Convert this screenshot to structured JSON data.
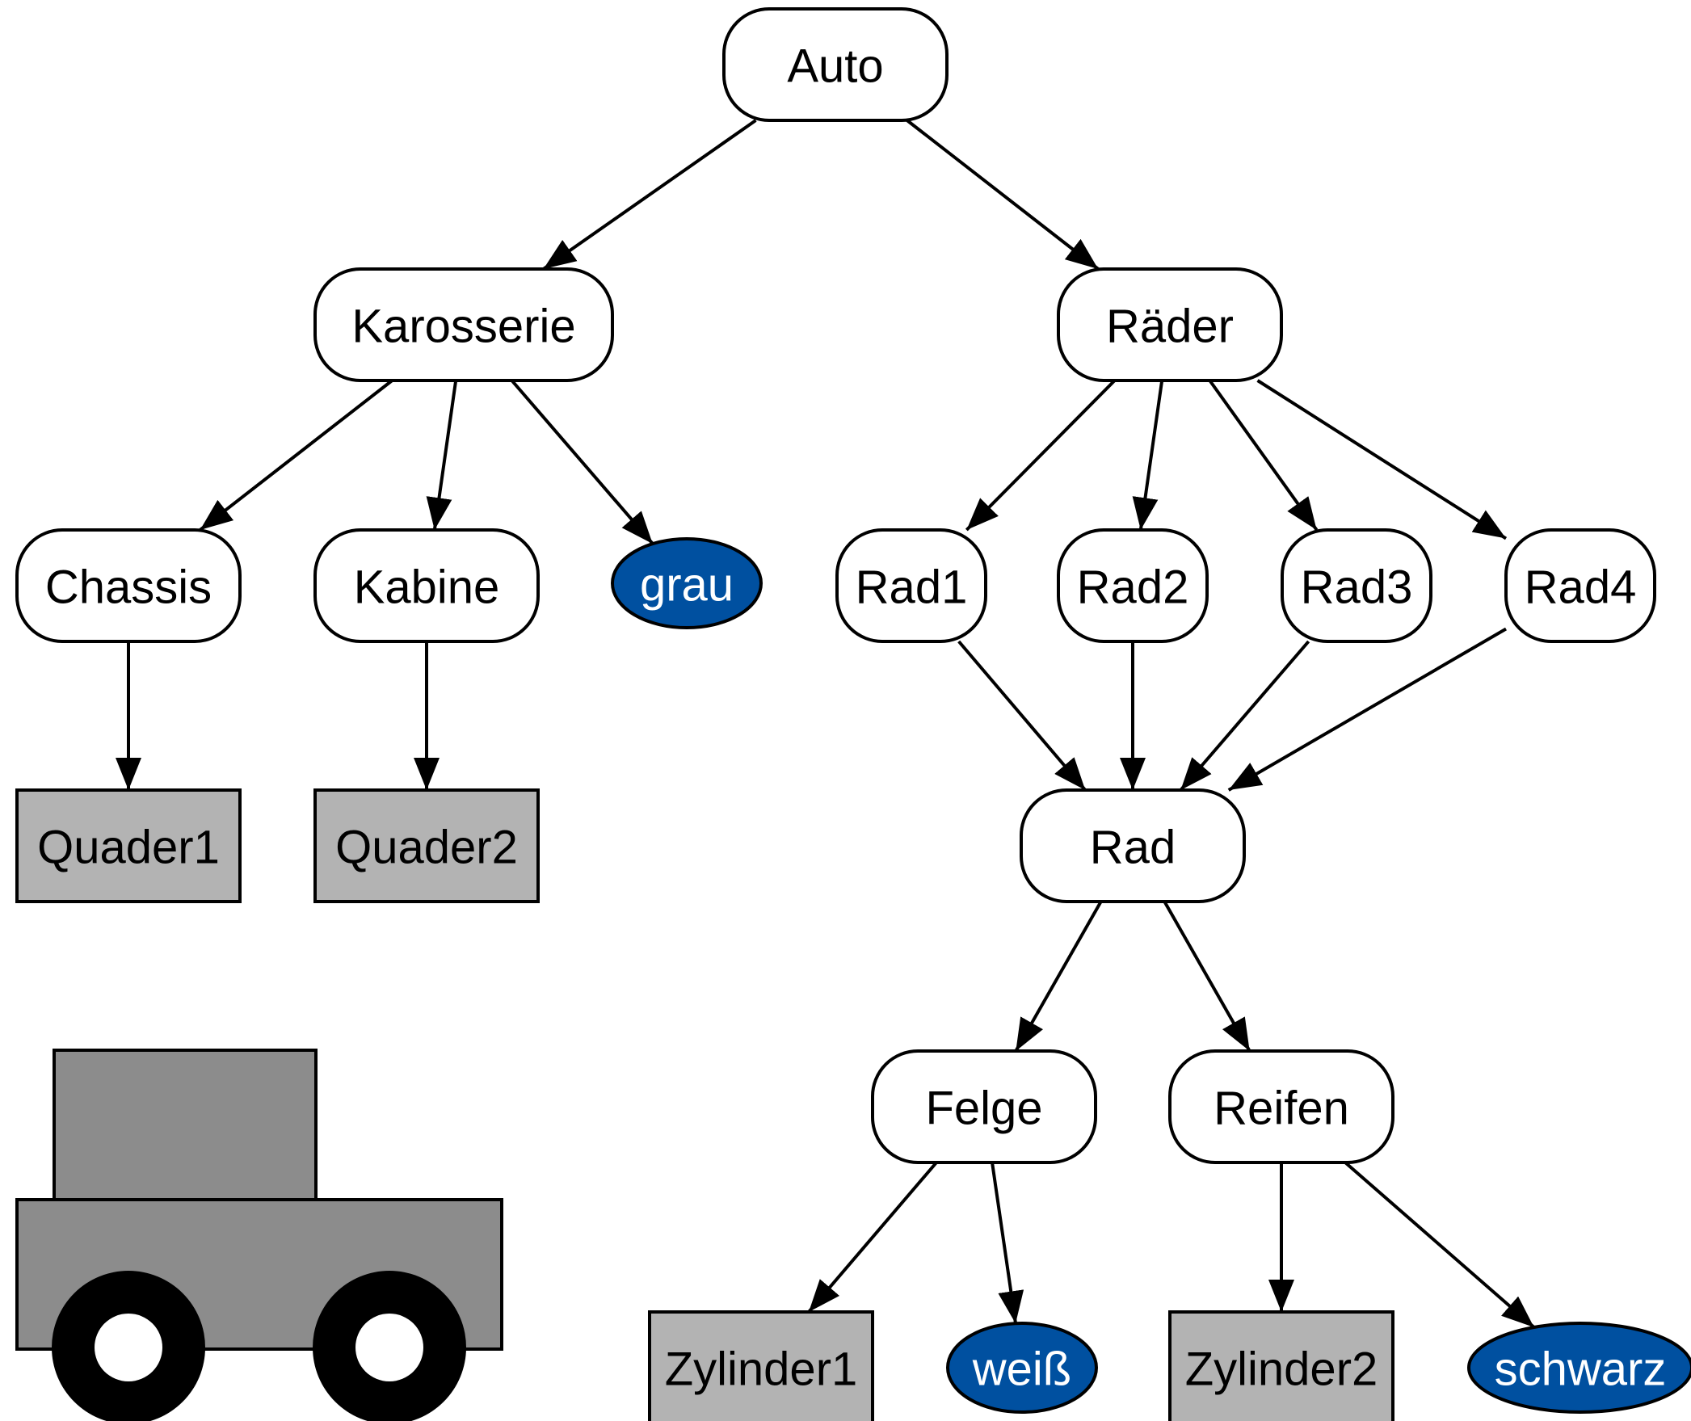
{
  "colors": {
    "stroke": "#000000",
    "node_fill": "#ffffff",
    "primitive_fill": "#b3b3b3",
    "color_node_fill": "#0050a0",
    "color_node_text": "#ffffff",
    "car_body": "#8c8c8c",
    "wheel": "#000000",
    "hub": "#ffffff"
  },
  "nodes": [
    {
      "id": "auto",
      "label": "Auto",
      "kind": "group"
    },
    {
      "id": "karosserie",
      "label": "Karosserie",
      "kind": "group"
    },
    {
      "id": "raeder",
      "label": "Räder",
      "kind": "group"
    },
    {
      "id": "chassis",
      "label": "Chassis",
      "kind": "group"
    },
    {
      "id": "kabine",
      "label": "Kabine",
      "kind": "group"
    },
    {
      "id": "grau",
      "label": "grau",
      "kind": "color"
    },
    {
      "id": "rad1",
      "label": "Rad1",
      "kind": "group"
    },
    {
      "id": "rad2",
      "label": "Rad2",
      "kind": "group"
    },
    {
      "id": "rad3",
      "label": "Rad3",
      "kind": "group"
    },
    {
      "id": "rad4",
      "label": "Rad4",
      "kind": "group"
    },
    {
      "id": "quader1",
      "label": "Quader1",
      "kind": "primitive"
    },
    {
      "id": "quader2",
      "label": "Quader2",
      "kind": "primitive"
    },
    {
      "id": "rad",
      "label": "Rad",
      "kind": "group"
    },
    {
      "id": "felge",
      "label": "Felge",
      "kind": "group"
    },
    {
      "id": "reifen",
      "label": "Reifen",
      "kind": "group"
    },
    {
      "id": "zylinder1",
      "label": "Zylinder1",
      "kind": "primitive"
    },
    {
      "id": "weiss",
      "label": "weiß",
      "kind": "color"
    },
    {
      "id": "zylinder2",
      "label": "Zylinder2",
      "kind": "primitive"
    },
    {
      "id": "schwarz",
      "label": "schwarz",
      "kind": "color"
    }
  ],
  "edges": [
    [
      "auto",
      "karosserie"
    ],
    [
      "auto",
      "raeder"
    ],
    [
      "karosserie",
      "chassis"
    ],
    [
      "karosserie",
      "kabine"
    ],
    [
      "karosserie",
      "grau"
    ],
    [
      "raeder",
      "rad1"
    ],
    [
      "raeder",
      "rad2"
    ],
    [
      "raeder",
      "rad3"
    ],
    [
      "raeder",
      "rad4"
    ],
    [
      "chassis",
      "quader1"
    ],
    [
      "kabine",
      "quader2"
    ],
    [
      "rad1",
      "rad"
    ],
    [
      "rad2",
      "rad"
    ],
    [
      "rad3",
      "rad"
    ],
    [
      "rad4",
      "rad"
    ],
    [
      "rad",
      "felge"
    ],
    [
      "rad",
      "reifen"
    ],
    [
      "felge",
      "zylinder1"
    ],
    [
      "felge",
      "weiss"
    ],
    [
      "reifen",
      "zylinder2"
    ],
    [
      "reifen",
      "schwarz"
    ]
  ]
}
